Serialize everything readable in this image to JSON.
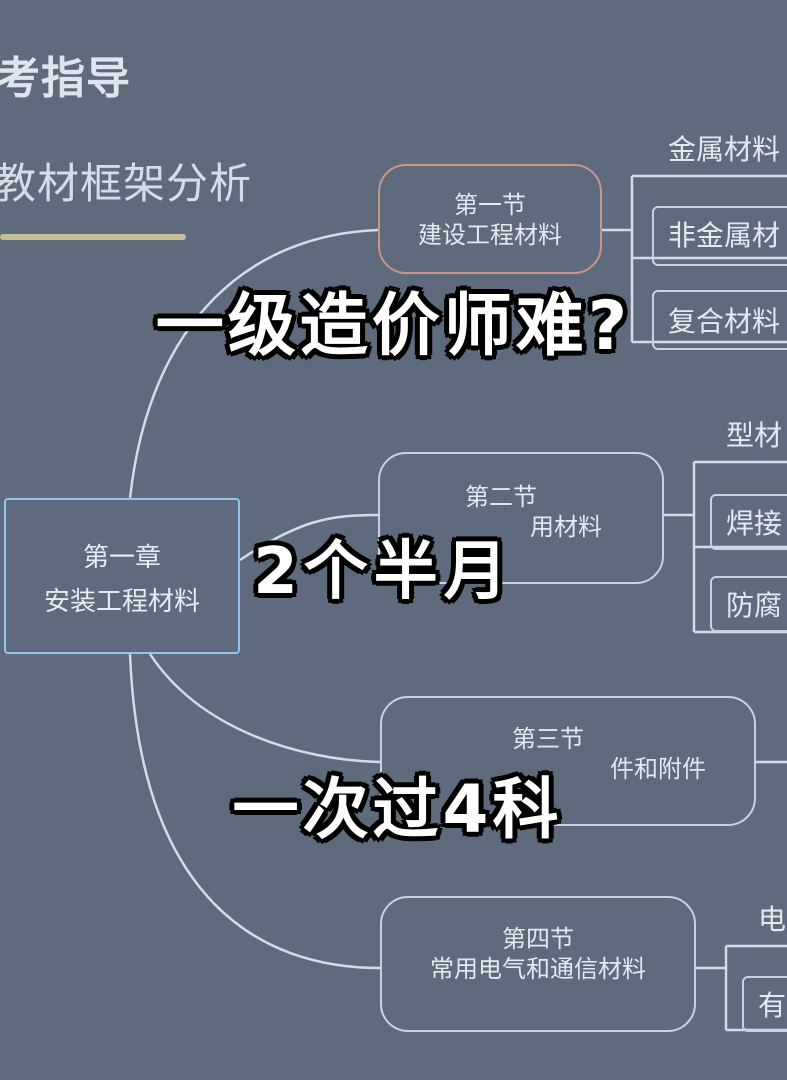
{
  "header": {
    "title": "考指导",
    "subtitle": "教材框架分析"
  },
  "chapter": {
    "line1": "第一章",
    "line2": "安装工程材料"
  },
  "sections": [
    {
      "line1": "第一节",
      "line2": "建设工程材料"
    },
    {
      "line1": "第二节",
      "line2": "用材料"
    },
    {
      "line1": "第三节",
      "line2": "件和附件"
    },
    {
      "line1": "第四节",
      "line2": "常用电气和通信材料"
    }
  ],
  "leaves": {
    "sec1": [
      "金属材料",
      "非金属材",
      "复合材料"
    ],
    "sec2": [
      "型材",
      "焊接",
      "防腐"
    ],
    "sec4": [
      "电",
      "有"
    ]
  },
  "overlay": {
    "line1": "一级造价师难?",
    "line2": "2个半月",
    "line3": "一次过4科"
  },
  "colors": {
    "background": "#5d6b7d",
    "accent_border": "#93c6ea",
    "highlight_border": "#c9968c"
  }
}
